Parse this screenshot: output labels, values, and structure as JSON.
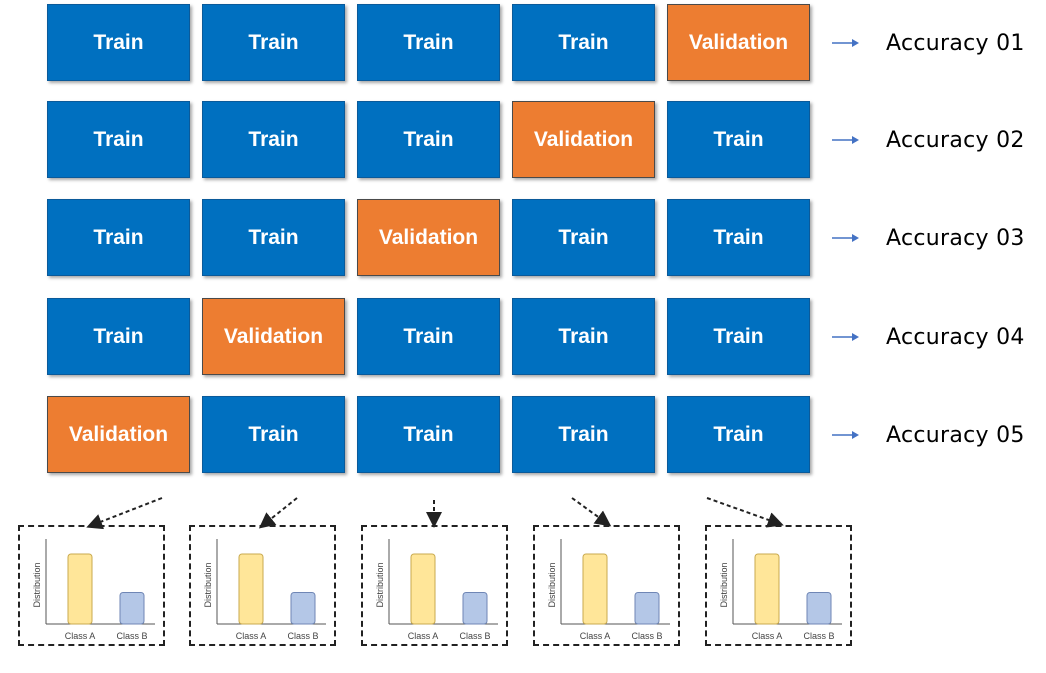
{
  "rows": [
    {
      "cells": [
        "Train",
        "Train",
        "Train",
        "Train",
        "Validation"
      ],
      "accuracy": "Accuracy  01"
    },
    {
      "cells": [
        "Train",
        "Train",
        "Train",
        "Validation",
        "Train"
      ],
      "accuracy": "Accuracy  02"
    },
    {
      "cells": [
        "Train",
        "Train",
        "Validation",
        "Train",
        "Train"
      ],
      "accuracy": "Accuracy  03"
    },
    {
      "cells": [
        "Train",
        "Validation",
        "Train",
        "Train",
        "Train"
      ],
      "accuracy": "Accuracy  04"
    },
    {
      "cells": [
        "Validation",
        "Train",
        "Train",
        "Train",
        "Train"
      ],
      "accuracy": "Accuracy  05"
    }
  ],
  "distribution": {
    "ylabel": "Distribution",
    "classes": [
      "Class A",
      "Class B"
    ],
    "values": [
      1.0,
      0.45
    ],
    "colors": {
      "classA": "#ffe699",
      "classB": "#b4c7e7"
    }
  },
  "colors": {
    "train": "#0070c0",
    "validation": "#ed7d31",
    "arrow": "#4472c4"
  }
}
